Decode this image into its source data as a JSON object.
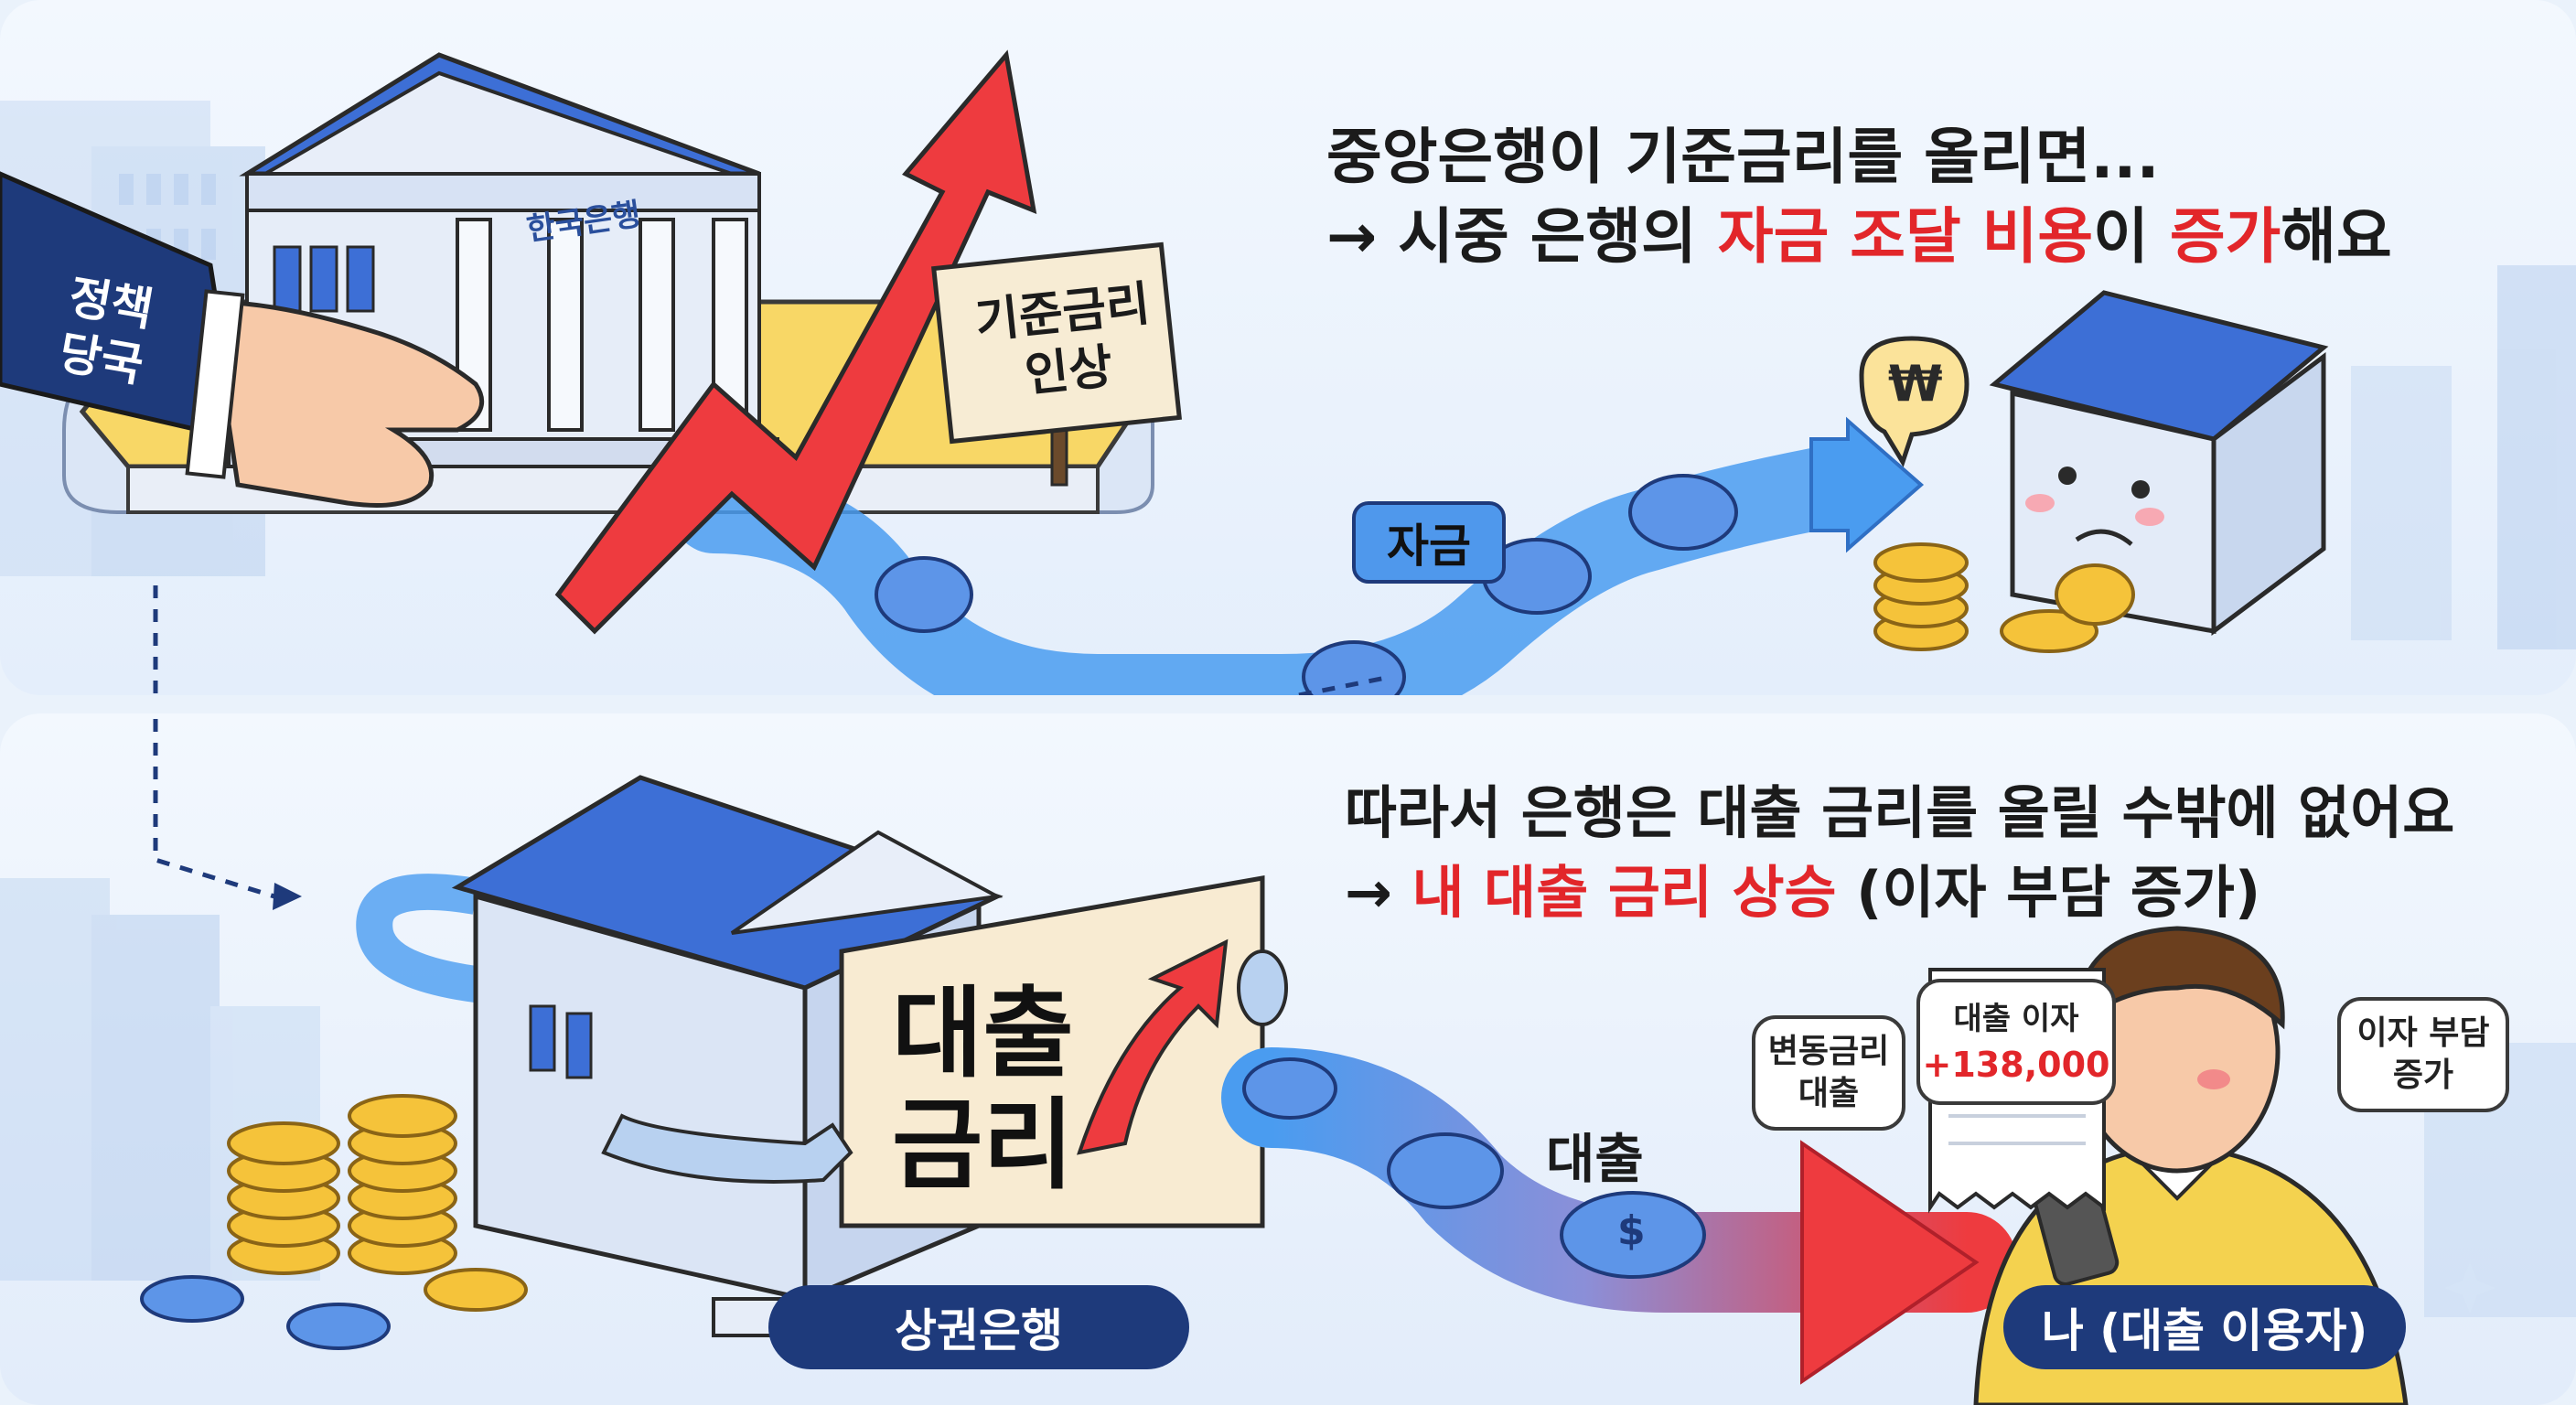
{
  "top": {
    "headline_line1": "중앙은행이 기준금리를 올리면...",
    "line2_arrow": "→ 시중 은행의 ",
    "line2_highlight1": "자금 조달 비용",
    "line2_mid": "이 ",
    "line2_highlight2": "증가",
    "line2_end": "해요",
    "bank_sign": "한국은행",
    "policy_label_line1": "정책",
    "policy_label_line2": "당국",
    "rate_sign_line1": "기준금리",
    "rate_sign_line2": "인상",
    "funds_label": "자금",
    "currency_symbol": "₩"
  },
  "bottom": {
    "headline_line1": "따라서 은행은 대출 금리를 올릴 수밖에 없어요",
    "line2_arrow": "→ ",
    "line2_highlight": "내 대출 금리 상승",
    "line2_end": " (이자 부담 증가)",
    "loan_sign_line1": "대출",
    "loan_sign_line2": "금리",
    "loan_label": "대출",
    "commercial_bank_label": "상권은행",
    "user_label": "나 (대출 이용자)",
    "bubble_variable_line1": "변동금리",
    "bubble_variable_line2": "대출",
    "receipt_title": "대출 이자",
    "receipt_amount": "+138,000",
    "bubble_burden_line1": "이자 부담",
    "bubble_burden_line2": "증가",
    "coin_symbol": "$"
  },
  "colors": {
    "accent_red": "#e2262a",
    "navy": "#1e3a7b",
    "bank_blue": "#3d6fd6",
    "flow_blue": "#4a9cf0",
    "coin_gold": "#f5c33a"
  }
}
